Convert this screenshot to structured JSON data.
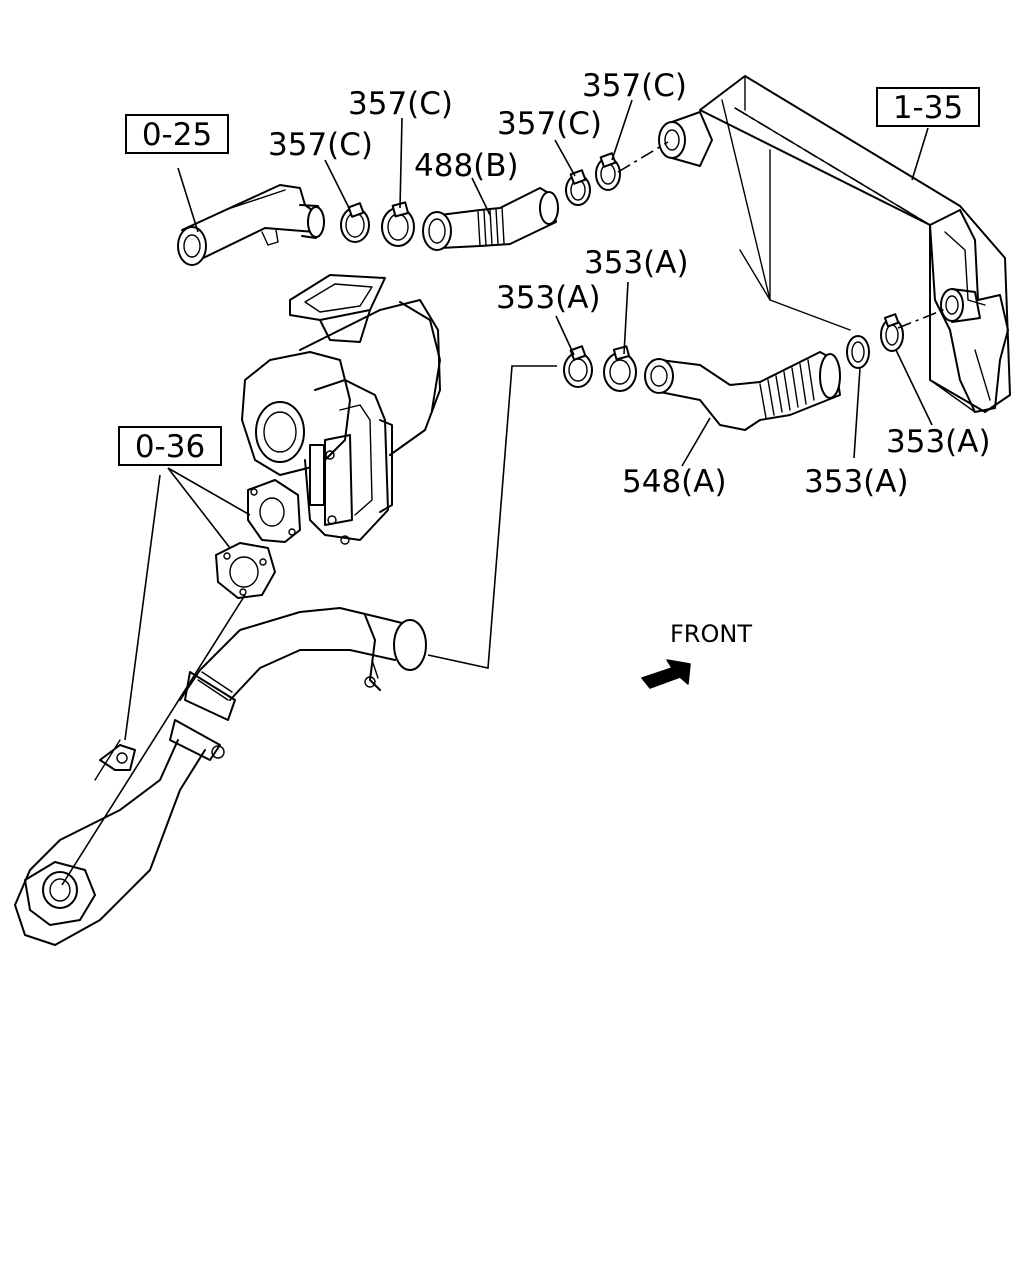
{
  "references": {
    "ref_0_25": "0-25",
    "ref_0_36": "0-36",
    "ref_1_35": "1-35"
  },
  "callouts": {
    "clamp_357c_1": "357(C)",
    "clamp_357c_2": "357(C)",
    "clamp_357c_3": "357(C)",
    "clamp_357c_4": "357(C)",
    "hose_488b": "488(B)",
    "clamp_353a_1": "353(A)",
    "clamp_353a_2": "353(A)",
    "clamp_353a_3": "353(A)",
    "clamp_353a_4": "353(A)",
    "hose_548a": "548(A)"
  },
  "orientation": {
    "front_label": "FRONT",
    "arrow_icon": "front-direction-arrow"
  }
}
